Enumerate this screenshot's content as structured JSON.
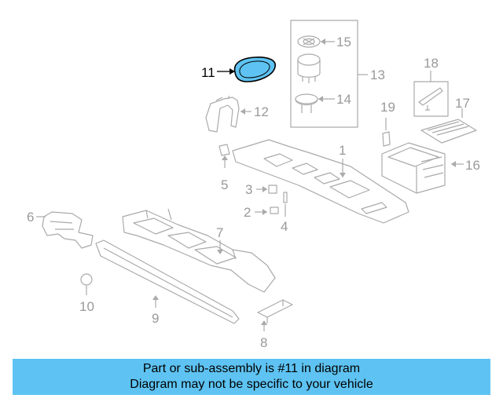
{
  "diagram": {
    "callouts": {
      "c1": "1",
      "c2": "2",
      "c3": "3",
      "c4": "4",
      "c5": "5",
      "c6": "6",
      "c7": "7",
      "c8": "8",
      "c9": "9",
      "c10": "10",
      "c11": "11",
      "c12": "12",
      "c13": "13",
      "c14": "14",
      "c15": "15",
      "c16": "16",
      "c17": "17",
      "c18": "18",
      "c19": "19"
    },
    "highlight_color": "#5ec3f2",
    "line_color": "#aaaaaa"
  },
  "banner": {
    "line1": "Part or sub-assembly is #11 in diagram",
    "line2": "Diagram may not be specific to your vehicle",
    "background": "#5ec3f2"
  }
}
